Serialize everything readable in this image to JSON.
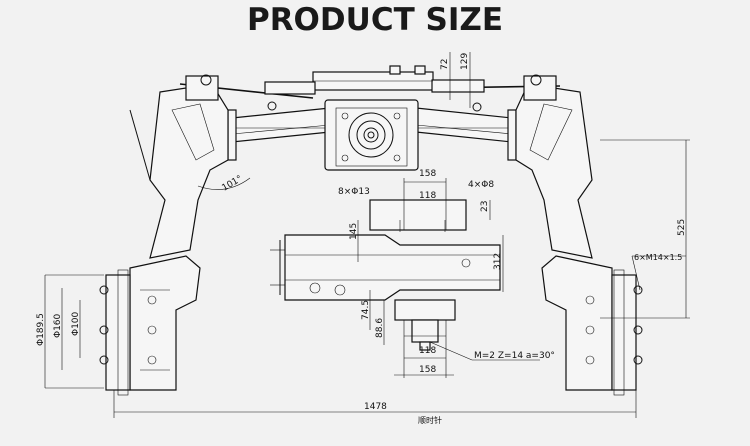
{
  "title": "PRODUCT SIZE",
  "dimensions": {
    "d72": "72",
    "d129": "129",
    "d101": "101°",
    "d525": "525",
    "d158_top": "158",
    "d118_top": "118",
    "hole_8x13": "8×Φ13",
    "hole_4x8": "4×Φ8",
    "d23": "23",
    "d145": "145",
    "d312": "312",
    "thread_6xm14": "6×M14×1.5",
    "phi_189_5": "Φ189.5",
    "phi_160": "Φ160",
    "phi_100": "Φ100",
    "d74_5": "74.5",
    "d88_6": "88.6",
    "d118_bottom": "118",
    "d158_bottom": "158",
    "gear_spec": "M=2 Z=14 a=30°",
    "d1478": "1478",
    "rotation_note": "顺时针"
  }
}
